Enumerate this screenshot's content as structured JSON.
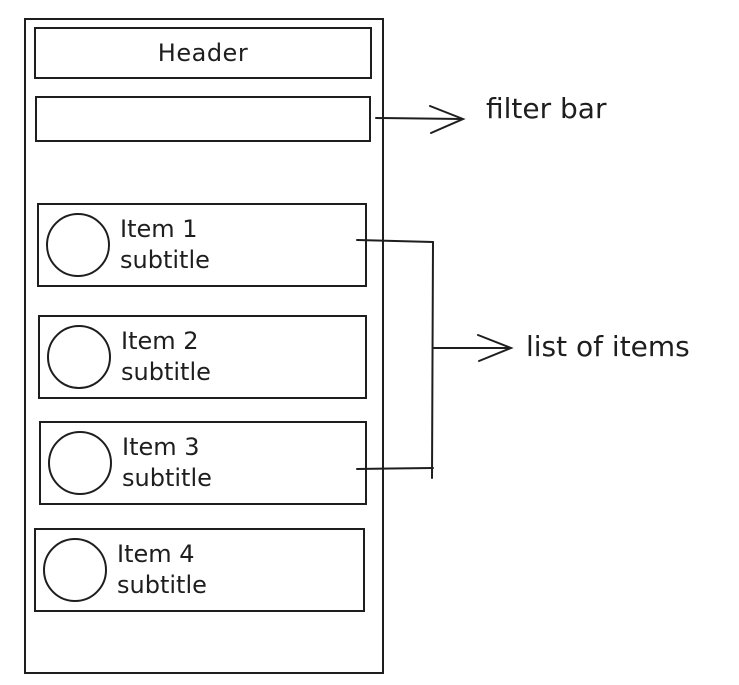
{
  "header": {
    "title": "Header"
  },
  "items": [
    {
      "title": "Item 1",
      "subtitle": "subtitle"
    },
    {
      "title": "Item 2",
      "subtitle": "subtitle"
    },
    {
      "title": "Item 3",
      "subtitle": "subtitle"
    },
    {
      "title": "Item 4",
      "subtitle": "subtitle"
    }
  ],
  "annotations": {
    "filter_bar": "filter bar",
    "list_of_items": "list of items"
  }
}
